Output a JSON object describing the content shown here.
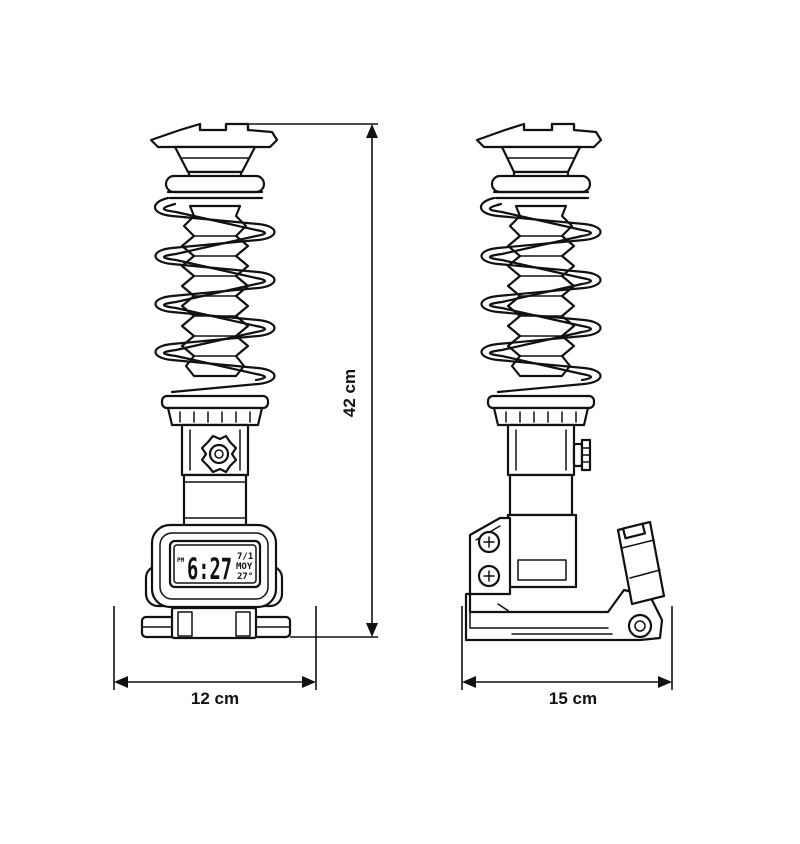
{
  "dimensions": {
    "height": "42 cm",
    "front_width": "12 cm",
    "side_width": "15 cm"
  },
  "clock_display": {
    "ampm": "PM",
    "time": "6:27",
    "date": "7/1",
    "day": "MOY",
    "temp": "27°"
  }
}
